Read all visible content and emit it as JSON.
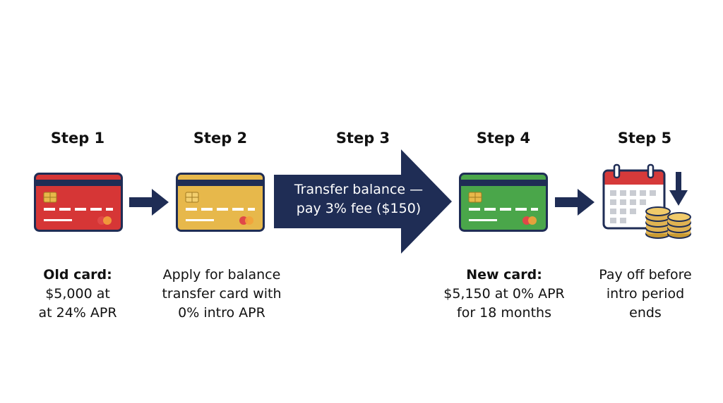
{
  "steps": [
    {
      "title": "Step 1",
      "caption_bold": "Old card:",
      "caption_lines": [
        "$5,000 at",
        "at 24% APR"
      ],
      "card_color": "#d63636",
      "card_color_dark": "#b52424"
    },
    {
      "title": "Step 2",
      "caption_lines": [
        "Apply for balance",
        "transfer card with",
        "0% intro APR"
      ],
      "card_color": "#e7b84b",
      "card_color_dark": "#c99a30"
    },
    {
      "title": "Step 3",
      "arrow_text": [
        "Transfer balance —",
        "pay 3% fee ($150)"
      ]
    },
    {
      "title": "Step 4",
      "caption_bold": "New card:",
      "caption_lines": [
        "$5,150 at 0% APR",
        "for 18 months"
      ],
      "card_color": "#4aa64a",
      "card_color_dark": "#2f8a32"
    },
    {
      "title": "Step 5",
      "caption_lines": [
        "Pay off before",
        "intro period",
        "ends"
      ]
    }
  ],
  "colors": {
    "navy": "#1f2d55",
    "calendar_red": "#d63a3a",
    "coin_gold": "#e0b352"
  },
  "icons": [
    "credit-card-icon",
    "arrow-right-icon",
    "calendar-icon",
    "coin-stack-icon",
    "arrow-down-icon"
  ]
}
